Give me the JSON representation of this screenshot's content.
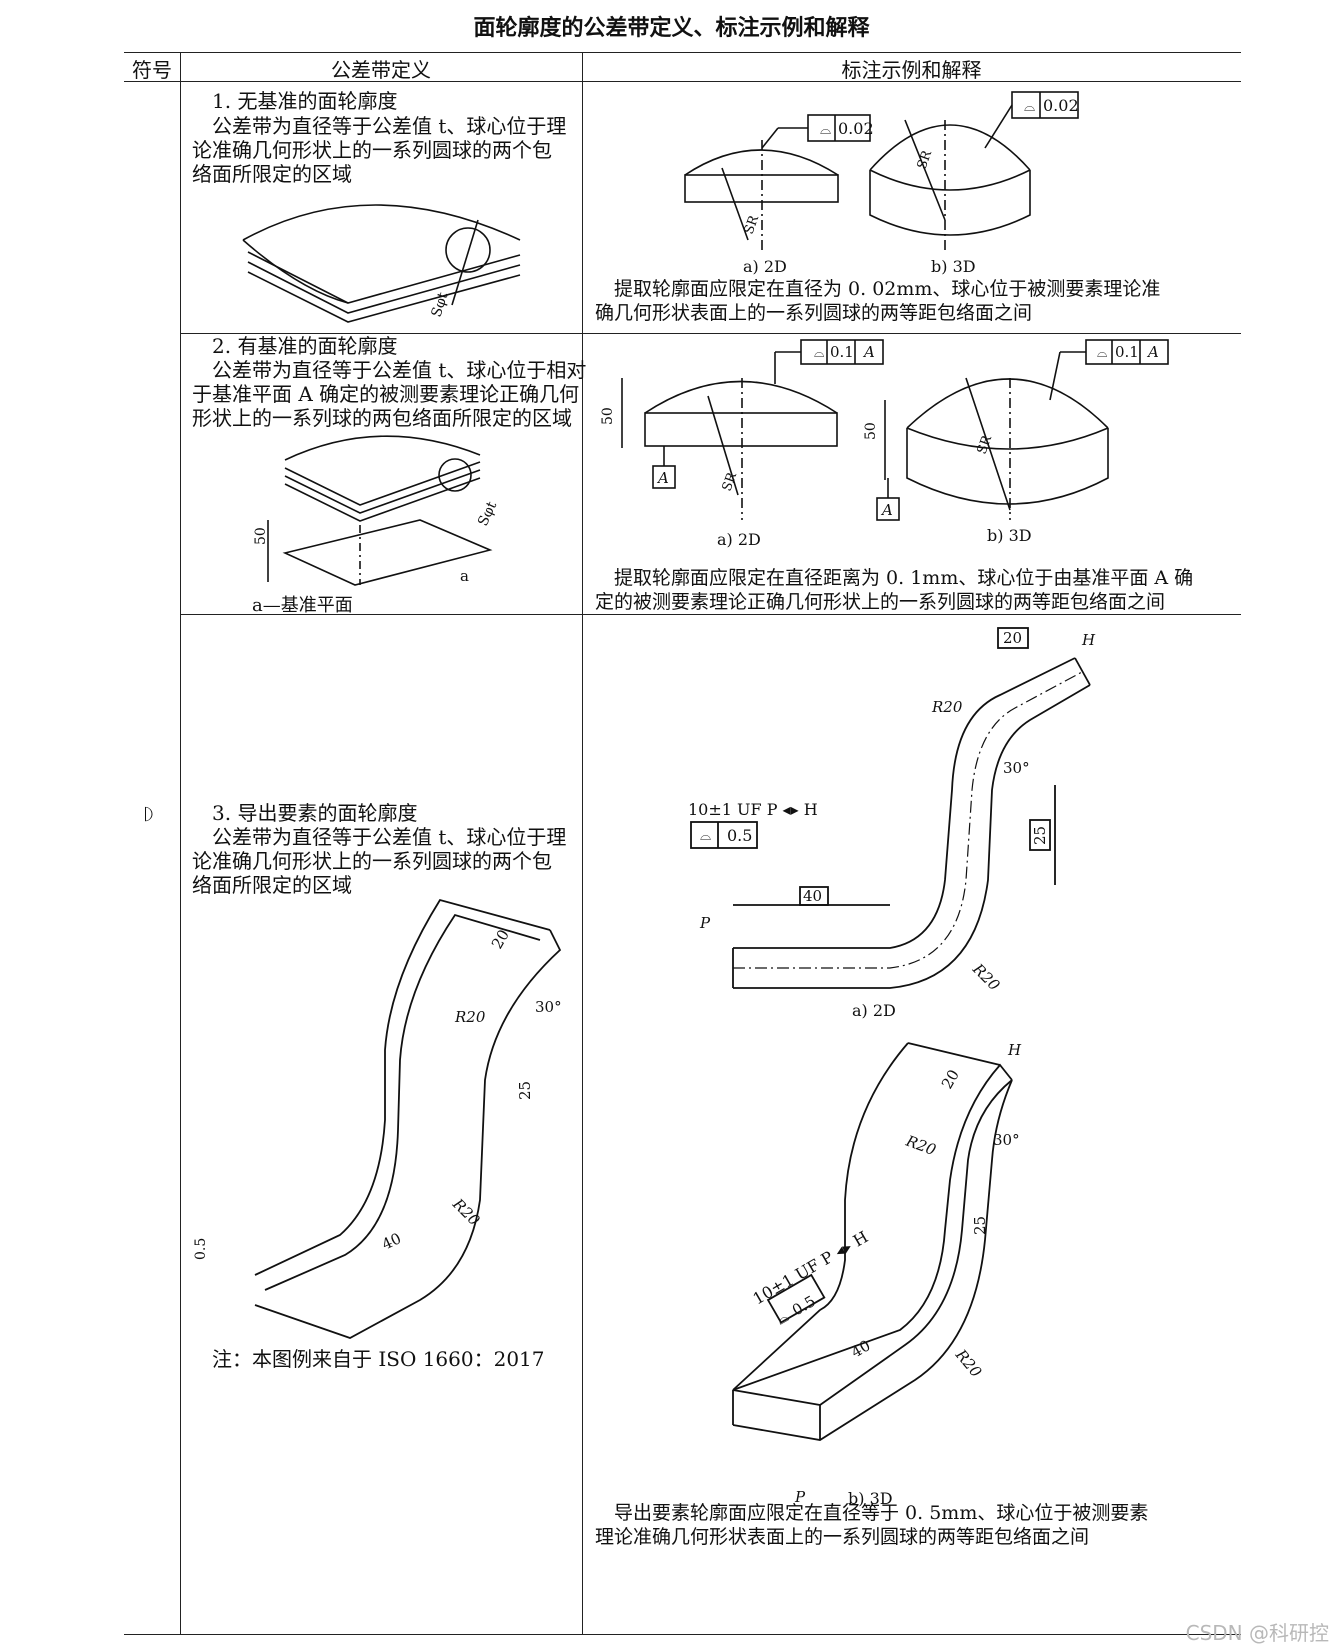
{
  "title": "面轮廓度的公差带定义、标注示例和解释",
  "header": {
    "col1": "符号",
    "col2": "公差带定义",
    "col3": "标注示例和解释"
  },
  "symbol": "⌓",
  "row1": {
    "heading": "1. 无基准的面轮廓度",
    "text": [
      "公差带为直径等于公差值 t、球心位于理",
      "论准确几何形状上的一系列圆球的两个包",
      "络面所限定的区域"
    ],
    "fig_label": "Sφt",
    "frame_value": "0.02",
    "sr_label": "SR",
    "cap_a": "a) 2D",
    "cap_b": "b) 3D",
    "explain": [
      "提取轮廓面应限定在直径为 0. 02mm、球心位于被测要素理论准",
      "确几何形状表面上的一系列圆球的两等距包络面之间"
    ]
  },
  "row2": {
    "heading": "2. 有基准的面轮廓度",
    "text": [
      "公差带为直径等于公差值 t、球心位于相对",
      "于基准平面 A 确定的被测要素理论正确几何",
      "形状上的一系列球的两包络面所限定的区域"
    ],
    "fig_label": "Sφt",
    "dim_50": "50",
    "label_a": "a",
    "legend": "a—基准平面",
    "frame_value": "0.1",
    "datum": "A",
    "sr_label": "SR",
    "cap_a": "a) 2D",
    "cap_b": "b) 3D",
    "explain": [
      "提取轮廓面应限定在直径距离为 0. 1mm、球心位于由基准平面 A 确",
      "定的被测要素理论正确几何形状上的一系列圆球的两等距包络面之间"
    ]
  },
  "row3": {
    "heading": "3. 导出要素的面轮廓度",
    "text": [
      "公差带为直径等于公差值 t、球心位于理",
      "论准确几何形状上的一系列圆球的两个包",
      "络面所限定的区域"
    ],
    "dims": {
      "d20": "20",
      "r20": "R20",
      "a30": "30°",
      "d25": "25",
      "d40": "40",
      "d05": "0.5",
      "h": "H",
      "p": "P"
    },
    "frame_spec": "10±1 UF P ◂▸ H",
    "frame_value": "0.5",
    "note": "注：本图例来自于 ISO 1660：2017",
    "cap_a": "a) 2D",
    "cap_b": "b) 3D",
    "explain": [
      "导出要素轮廓面应限定在直径等于 0. 5mm、球心位于被测要素",
      "理论准确几何形状表面上的一系列圆球的两等距包络面之间"
    ]
  },
  "watermark": "CSDN @科研控"
}
